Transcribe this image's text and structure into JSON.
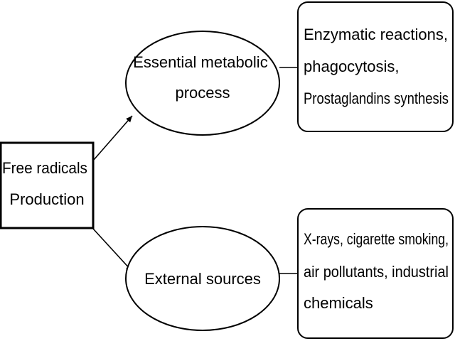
{
  "source_box": {
    "lines": [
      "Free radicals",
      "Production"
    ]
  },
  "ellipse_top": {
    "lines": [
      "Essential metabolic",
      "process"
    ]
  },
  "ellipse_bottom": {
    "lines": [
      "External sources"
    ]
  },
  "box_top": {
    "lines": [
      "Enzymatic reactions,",
      "phagocytosis,",
      "Prostaglandins synthesis"
    ]
  },
  "box_bottom": {
    "lines": [
      "X-rays, cigarette smoking,",
      "air pollutants, industrial",
      "chemicals"
    ]
  }
}
